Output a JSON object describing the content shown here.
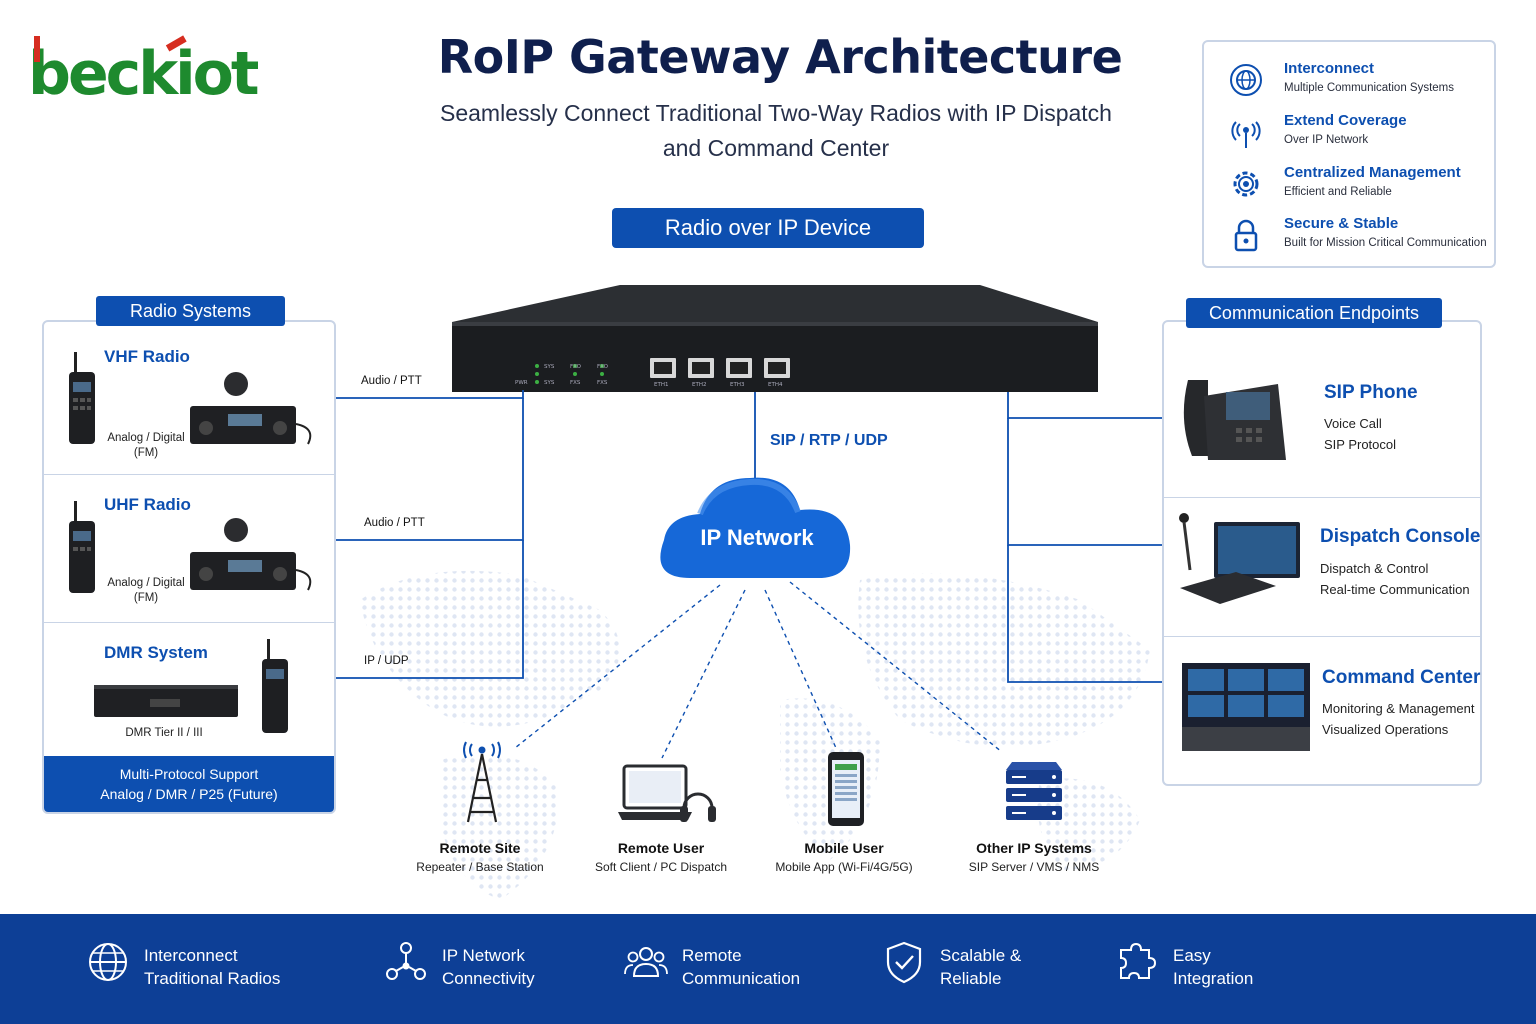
{
  "logo": {
    "text": "beckiot"
  },
  "header": {
    "title": "RoIP Gateway Architecture",
    "subtitle_line1": "Seamlessly Connect Traditional Two-Way Radios with IP Dispatch",
    "subtitle_line2": "and Command Center"
  },
  "device": {
    "label": "Radio over IP Device",
    "leds": [
      "PWR",
      "SYS",
      "SYS",
      "FXO",
      "FXS",
      "FXO",
      "FXS"
    ],
    "ports": [
      "ETH1",
      "ETH2",
      "ETH3",
      "ETH4"
    ]
  },
  "features": [
    {
      "title": "Interconnect",
      "sub": "Multiple Communication Systems",
      "icon": "globe-network-icon"
    },
    {
      "title": "Extend Coverage",
      "sub": "Over IP Network",
      "icon": "signal-tower-icon"
    },
    {
      "title": "Centralized Management",
      "sub": "Efficient and Reliable",
      "icon": "gear-icon"
    },
    {
      "title": "Secure & Stable",
      "sub": "Built for Mission Critical Communication",
      "icon": "lock-icon"
    }
  ],
  "radio_systems": {
    "tab": "Radio Systems",
    "items": [
      {
        "title": "VHF Radio",
        "sub1": "Analog / Digital",
        "sub2": "(FM)",
        "link": "Audio / PTT"
      },
      {
        "title": "UHF Radio",
        "sub1": "Analog / Digital",
        "sub2": "(FM)",
        "link": "Audio / PTT"
      },
      {
        "title": "DMR System",
        "sub1": "DMR Tier II / III",
        "sub2": "",
        "link": "IP / UDP"
      }
    ],
    "footer_line1": "Multi-Protocol Support",
    "footer_line2": "Analog / DMR / P25 (Future)"
  },
  "network": {
    "protocol_label": "SIP / RTP / UDP",
    "cloud_label": "IP Network"
  },
  "endpoints": {
    "tab": "Communication Endpoints",
    "items": [
      {
        "title": "SIP Phone",
        "sub1": "Voice Call",
        "sub2": "SIP Protocol"
      },
      {
        "title": "Dispatch Console",
        "sub1": "Dispatch & Control",
        "sub2": "Real-time Communication"
      },
      {
        "title": "Command Center",
        "sub1": "Monitoring & Management",
        "sub2": "Visualized Operations"
      }
    ]
  },
  "remote_nodes": [
    {
      "title": "Remote Site",
      "sub": "Repeater / Base Station",
      "icon": "radio-tower-icon"
    },
    {
      "title": "Remote User",
      "sub": "Soft Client / PC Dispatch",
      "icon": "laptop-headset-icon"
    },
    {
      "title": "Mobile User",
      "sub": "Mobile App (Wi-Fi/4G/5G)",
      "icon": "smartphone-icon"
    },
    {
      "title": "Other IP Systems",
      "sub": "SIP Server / VMS / NMS",
      "icon": "server-icon"
    }
  ],
  "footer": [
    {
      "line1": "Interconnect",
      "line2": "Traditional Radios",
      "icon": "globe-icon"
    },
    {
      "line1": "IP Network",
      "line2": "Connectivity",
      "icon": "network-nodes-icon"
    },
    {
      "line1": "Remote",
      "line2": "Communication",
      "icon": "users-icon"
    },
    {
      "line1": "Scalable &",
      "line2": "Reliable",
      "icon": "shield-check-icon"
    },
    {
      "line1": "Easy",
      "line2": "Integration",
      "icon": "puzzle-icon"
    }
  ],
  "colors": {
    "primary": "#0d4fb0",
    "footer": "#0d3f96",
    "logo_green": "#1e8a2e",
    "logo_red": "#d62d20"
  }
}
